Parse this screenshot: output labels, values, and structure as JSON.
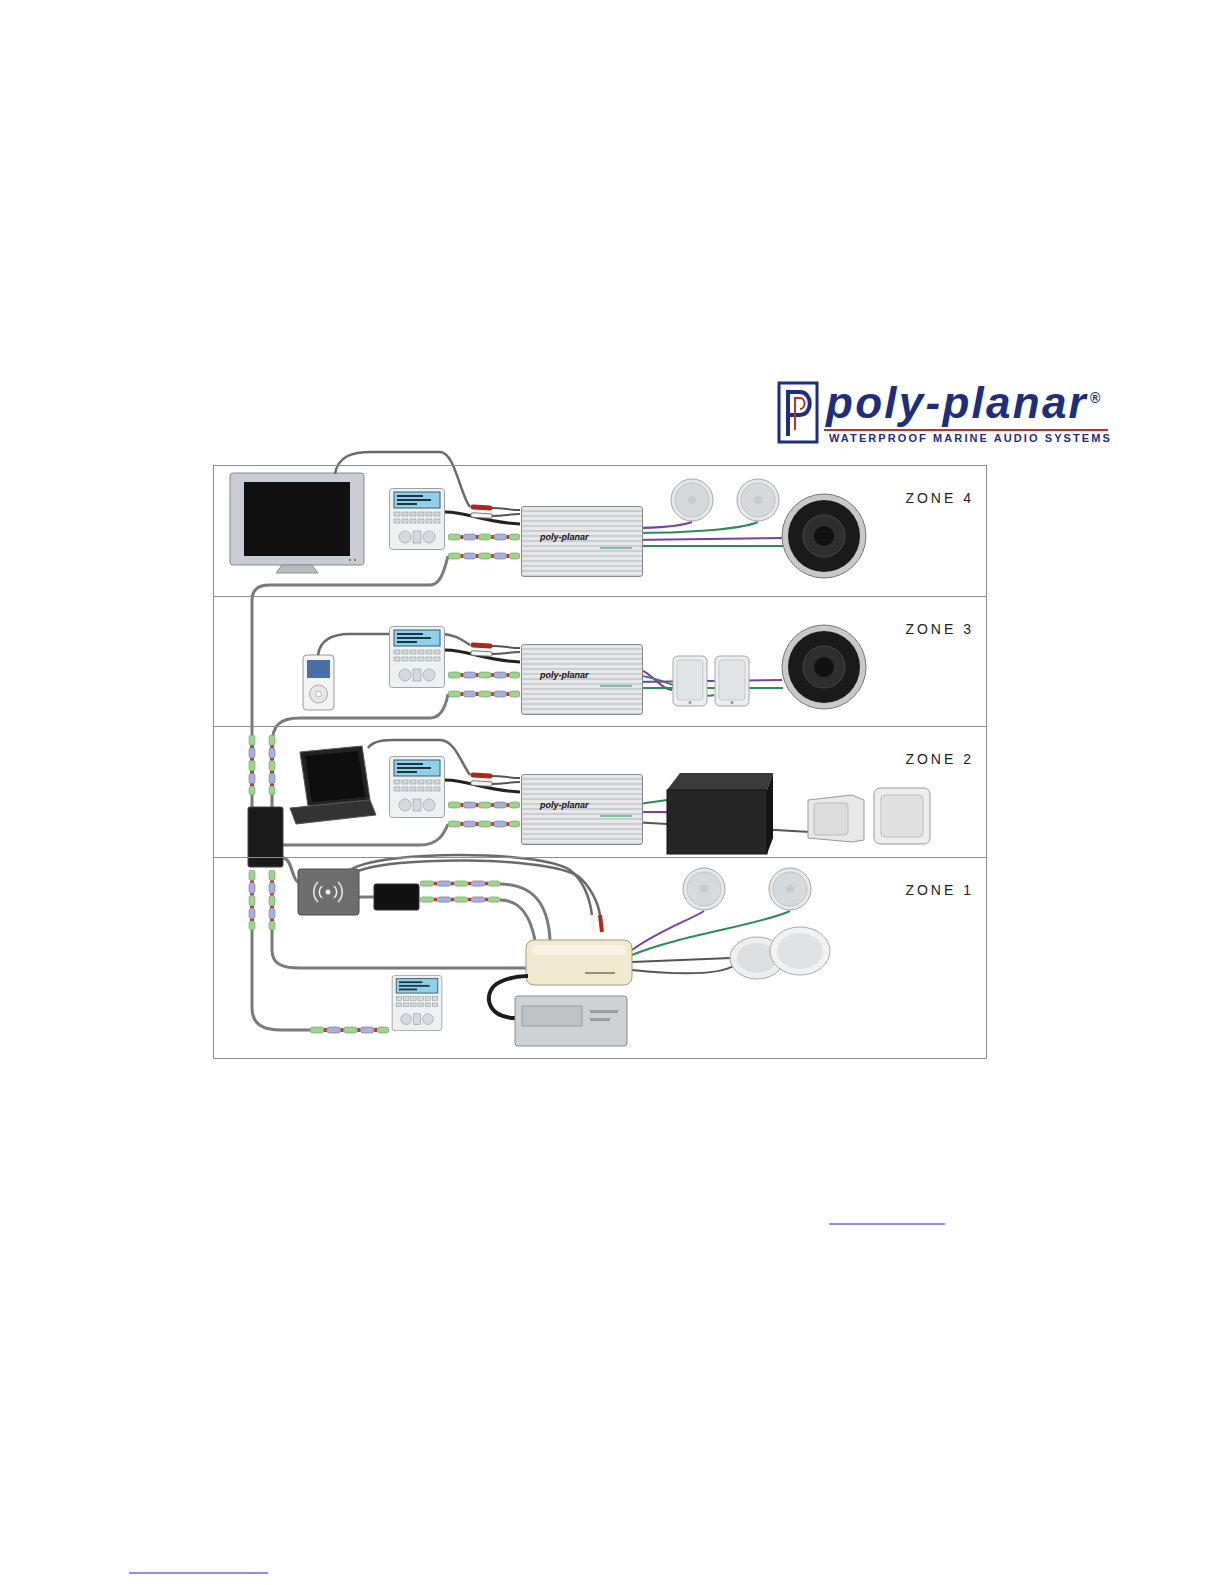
{
  "diagram": {
    "nodes": [
      {
        "text": [
          "ZONE 4"
        ]
      },
      {
        "text": [
          "poly-planar"
        ],
        "in": 0
      },
      {
        "text": [
          "ZONE 3"
        ]
      },
      {
        "text": [
          "poly-planar"
        ],
        "in": 2
      },
      {
        "text": [
          "ZONE 2"
        ]
      },
      {
        "text": [
          "poly-planar"
        ],
        "in": 4
      },
      {
        "text": [
          "ZONE 1"
        ]
      }
    ],
    "labels": [
      "poly-planar",
      "®",
      "WATERPROOF MARINE AUDIO SYSTEMS"
    ]
  }
}
